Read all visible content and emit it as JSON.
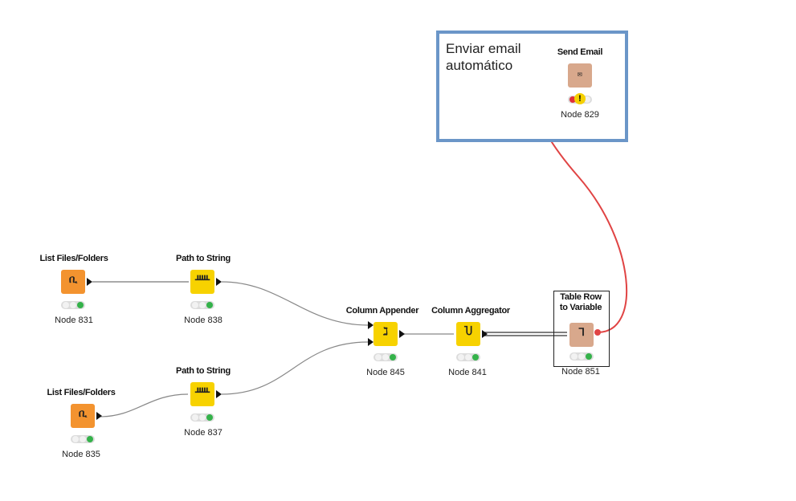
{
  "annotation": {
    "text": "Enviar email\nautomático"
  },
  "nodes": [
    {
      "id": "list-files-1",
      "title": "List Files/Folders",
      "label": "Node 831",
      "kind": "source",
      "color": "#f3932f",
      "icon": "folder-list-icon",
      "status": "executed"
    },
    {
      "id": "path-to-string-1",
      "title": "Path to String",
      "label": "Node 838",
      "kind": "manipulator",
      "color": "#f7d200",
      "icon": "path-convert-icon",
      "status": "executed"
    },
    {
      "id": "list-files-2",
      "title": "List Files/Folders",
      "label": "Node 835",
      "kind": "source",
      "color": "#f3932f",
      "icon": "folder-list-icon",
      "status": "executed"
    },
    {
      "id": "path-to-string-2",
      "title": "Path to String",
      "label": "Node 837",
      "kind": "manipulator",
      "color": "#f7d200",
      "icon": "path-convert-icon",
      "status": "executed"
    },
    {
      "id": "column-appender",
      "title": "Column Appender",
      "label": "Node 845",
      "kind": "manipulator",
      "color": "#f7d200",
      "icon": "column-append-icon",
      "status": "executed"
    },
    {
      "id": "column-aggregator",
      "title": "Column Aggregator",
      "label": "Node 841",
      "kind": "manipulator",
      "color": "#f7d200",
      "icon": "column-aggregate-icon",
      "status": "executed"
    },
    {
      "id": "table-row-to-variable",
      "title": "Table Row\nto Variable",
      "label": "Node 851",
      "kind": "flow-control",
      "color": "#d8a88c",
      "icon": "row-to-variable-icon",
      "status": "executed"
    },
    {
      "id": "send-email",
      "title": "Send Email",
      "label": "Node 829",
      "kind": "flow-control",
      "color": "#d8a88c",
      "icon": "email-icon",
      "status": "warning"
    }
  ]
}
